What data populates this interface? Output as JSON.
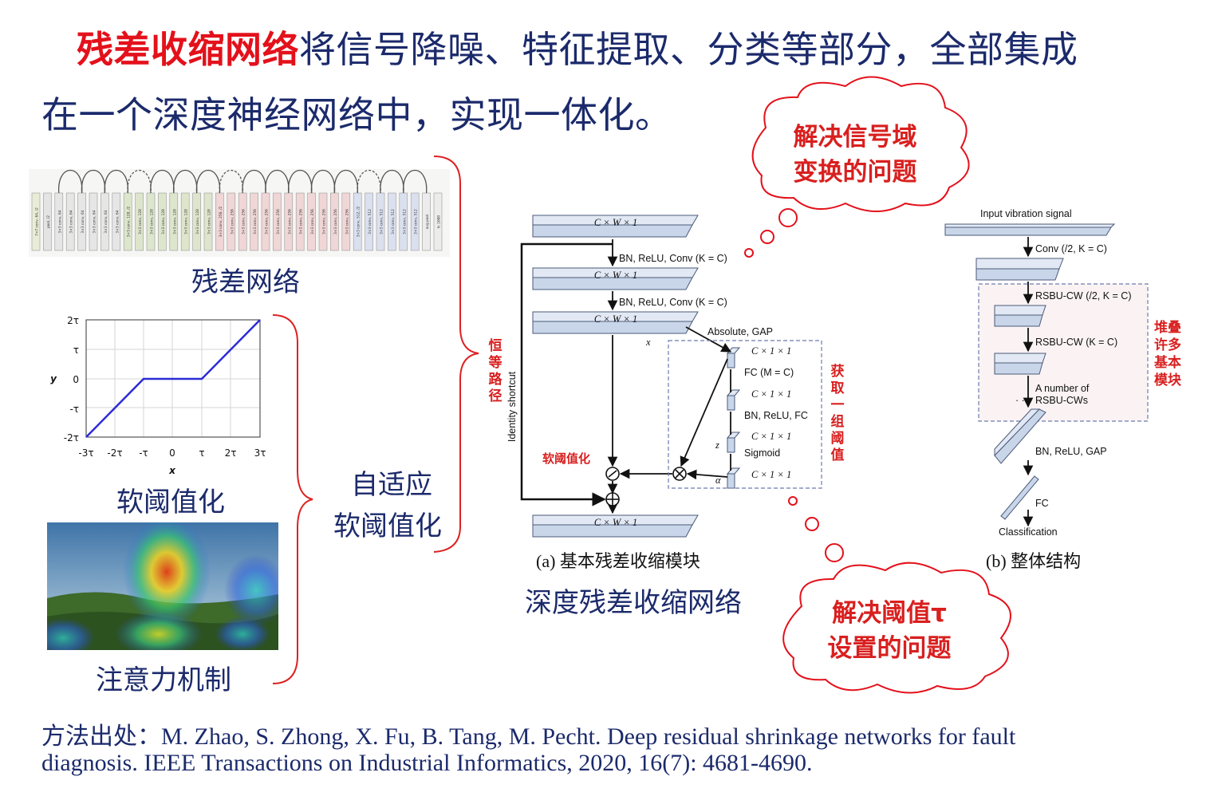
{
  "title": {
    "highlight": "残差收缩网络",
    "line1_rest": "将信号降噪、特征提取、分类等部分，全部集成",
    "line2": "在一个深度神经网络中，实现一体化。"
  },
  "left": {
    "residual_caption": "残差网络",
    "soft_caption": "软阈值化",
    "attention_caption": "注意力机制",
    "adaptive_label_1": "自适应",
    "adaptive_label_2": "软阈值化",
    "soft_plot": {
      "y_label": "y",
      "x_label": "x",
      "y_ticks": [
        "2τ",
        "τ",
        "0",
        "-τ",
        "-2τ"
      ],
      "x_ticks": [
        "-3τ",
        "-2τ",
        "-τ",
        "0",
        "τ",
        "2τ",
        "3τ"
      ]
    }
  },
  "resnet_block_labels": [
    "7×7 conv, 64, /2",
    "pool, /2",
    "3×3 conv, 64",
    "3×3 conv, 64",
    "3×3 conv, 64",
    "3×3 conv, 64",
    "3×3 conv, 64",
    "3×3 conv, 64",
    "3×3 conv, 128, /2",
    "3×3 conv, 128",
    "3×3 conv, 128",
    "3×3 conv, 128",
    "3×3 conv, 128",
    "3×3 conv, 128",
    "3×3 conv, 128",
    "3×3 conv, 128",
    "3×3 conv, 256, /2",
    "3×3 conv, 256",
    "3×3 conv, 256",
    "3×3 conv, 256",
    "3×3 conv, 256",
    "3×3 conv, 256",
    "3×3 conv, 256",
    "3×3 conv, 256",
    "3×3 conv, 256",
    "3×3 conv, 256",
    "3×3 conv, 256",
    "3×3 conv, 256",
    "3×3 conv, 512, /2",
    "3×3 conv, 512",
    "3×3 conv, 512",
    "3×3 conv, 512",
    "3×3 conv, 512",
    "3×3 conv, 512",
    "avg pool",
    "fc 1000"
  ],
  "diagram_a": {
    "cwx1": "C × W × 1",
    "bn_relu_conv": "BN, ReLU, Conv (K = C)",
    "absolute_gap": "Absolute, GAP",
    "x": "x",
    "c11": "C × 1 × 1",
    "fc_m": "FC (M = C)",
    "bn_relu_fc": "BN, ReLU, FC",
    "sigmoid": "Sigmoid",
    "z": "z",
    "alpha": "α",
    "identity_shortcut": "Identity shortcut",
    "soft_label": "软阈值化",
    "identity_path_cn": "恒等路径",
    "get_threshold_cn": "获取一组阈值",
    "caption": "(a) 基本残差收缩模块"
  },
  "diagram_b": {
    "input": "Input vibration signal",
    "conv": "Conv (/2, K = C)",
    "rsbu1": "RSBU-CW (/2, K = C)",
    "rsbu2": "RSBU-CW (K = C)",
    "many_1": "A number of",
    "many_2": "RSBU-CWs",
    "bn_relu_gap": "BN, ReLU, GAP",
    "fc": "FC",
    "classification": "Classification",
    "stack_cn": "堆叠许多基本模块",
    "caption": "(b) 整体结构"
  },
  "drsn_caption": "深度残差收缩网络",
  "bubble_top": {
    "line1": "解决信号域",
    "line2": "变换的问题"
  },
  "bubble_bottom": {
    "line1": "解决阈值τ",
    "line2": "设置的问题"
  },
  "citation": {
    "line1": "方法出处：M. Zhao, S. Zhong, X. Fu, B. Tang, M. Pecht. Deep residual shrinkage networks for fault",
    "line2": "diagnosis. IEEE Transactions on Industrial Informatics, 2020, 16(7): 4681-4690."
  },
  "colors": {
    "accent_red": "#e3111b",
    "navy_text": "#1b2a6b",
    "block_fill": "#c9d6ea"
  }
}
